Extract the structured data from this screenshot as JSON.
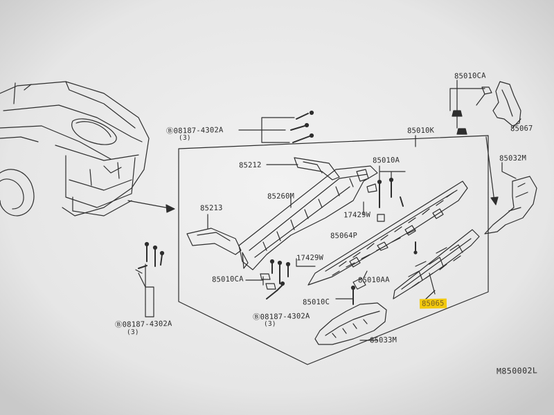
{
  "labels": {
    "c85010CA_top": "85010CA",
    "c85067": "85067",
    "c08187_top": "Ⓑ08187-4302A",
    "qty_top": "(3)",
    "c85010K": "85010K",
    "c85032M": "85032M",
    "c85212": "85212",
    "c85010A": "85010A",
    "c85260M": "85260M",
    "c85213": "85213",
    "c17429W_1": "17429W",
    "c85064P": "85064P",
    "c17429W_2": "17429W",
    "c85010CA_bot": "85010CA",
    "c85010AA": "85010AA",
    "c85010C": "85010C",
    "c85065": "85065",
    "c08187_mid": "Ⓑ08187-4302A",
    "qty_mid": "(3)",
    "c08187_left": "Ⓑ08187-4302A",
    "qty_left": "(3)",
    "c85033M": "85033M",
    "diagram_ref": "M850002L"
  },
  "colors": {
    "highlight": "#f2c90d",
    "line": "#2e2e2e",
    "paper": "#eeeeee"
  }
}
